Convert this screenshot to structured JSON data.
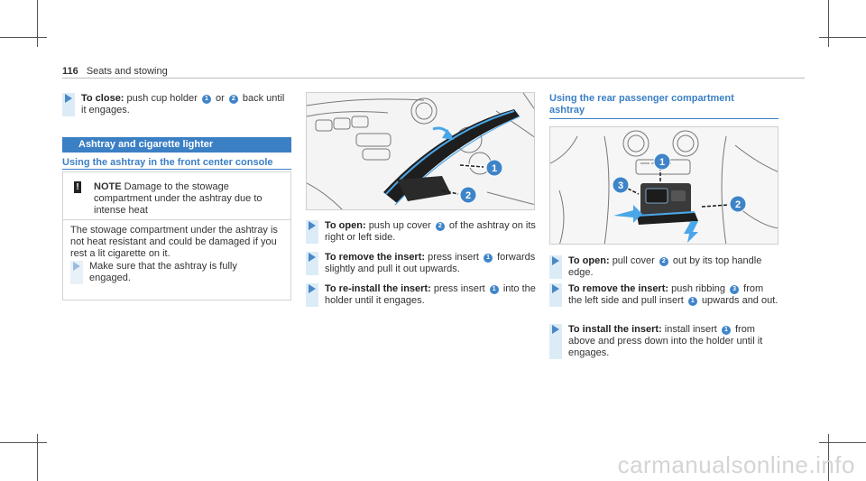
{
  "header": {
    "page_number": "116",
    "section": "Seats and stowing"
  },
  "left": {
    "step_close": {
      "bold": "To close:",
      "text_a": "push cup holder",
      "num_a": "1",
      "mid": "or",
      "num_b": "2",
      "text_b": "back until it engages."
    },
    "section_title": "Ashtray and cigarette lighter",
    "subheading": "Using the ashtray in the front center console",
    "note": {
      "label": "NOTE",
      "text": "Damage to the stowage compartment under the ashtray due to intense heat",
      "body": "The stowage compartment under the ashtray is not heat resistant and could be damaged if you rest a lit cigarette on it.",
      "step": "Make sure that the ashtray is fully engaged."
    }
  },
  "middle": {
    "figure_labels": [
      "1",
      "2"
    ],
    "steps": [
      {
        "bold": "To open:",
        "pre": "push up cover",
        "num": "2",
        "post": "of the ashtray on its right or left side."
      },
      {
        "bold": "To remove the insert:",
        "pre": "press insert",
        "num": "1",
        "post": "forwards slightly and pull it out upwards."
      },
      {
        "bold": "To re-install the insert:",
        "pre": "press insert",
        "num": "1",
        "post": "into the holder until it engages."
      }
    ]
  },
  "right": {
    "subheading": "Using the rear passenger compartment ashtray",
    "figure_labels": [
      "1",
      "2",
      "3"
    ],
    "steps": [
      {
        "bold": "To open:",
        "pre": "pull cover",
        "num": "2",
        "post": "out by its top handle edge."
      },
      {
        "bold": "To remove the insert:",
        "pre": "push ribbing",
        "num": "3",
        "mid": "from the left side and pull insert",
        "num2": "1",
        "post": "upwards and out."
      },
      {
        "bold": "To install the insert:",
        "pre": "install insert",
        "num": "1",
        "post": "from above and press down into the holder until it engages."
      }
    ]
  },
  "colors": {
    "accent": "#3b7fc4",
    "step_bar": "#dcecf7",
    "step_arrow": "#4a87c5"
  },
  "watermark": "carmanualsonline.info"
}
